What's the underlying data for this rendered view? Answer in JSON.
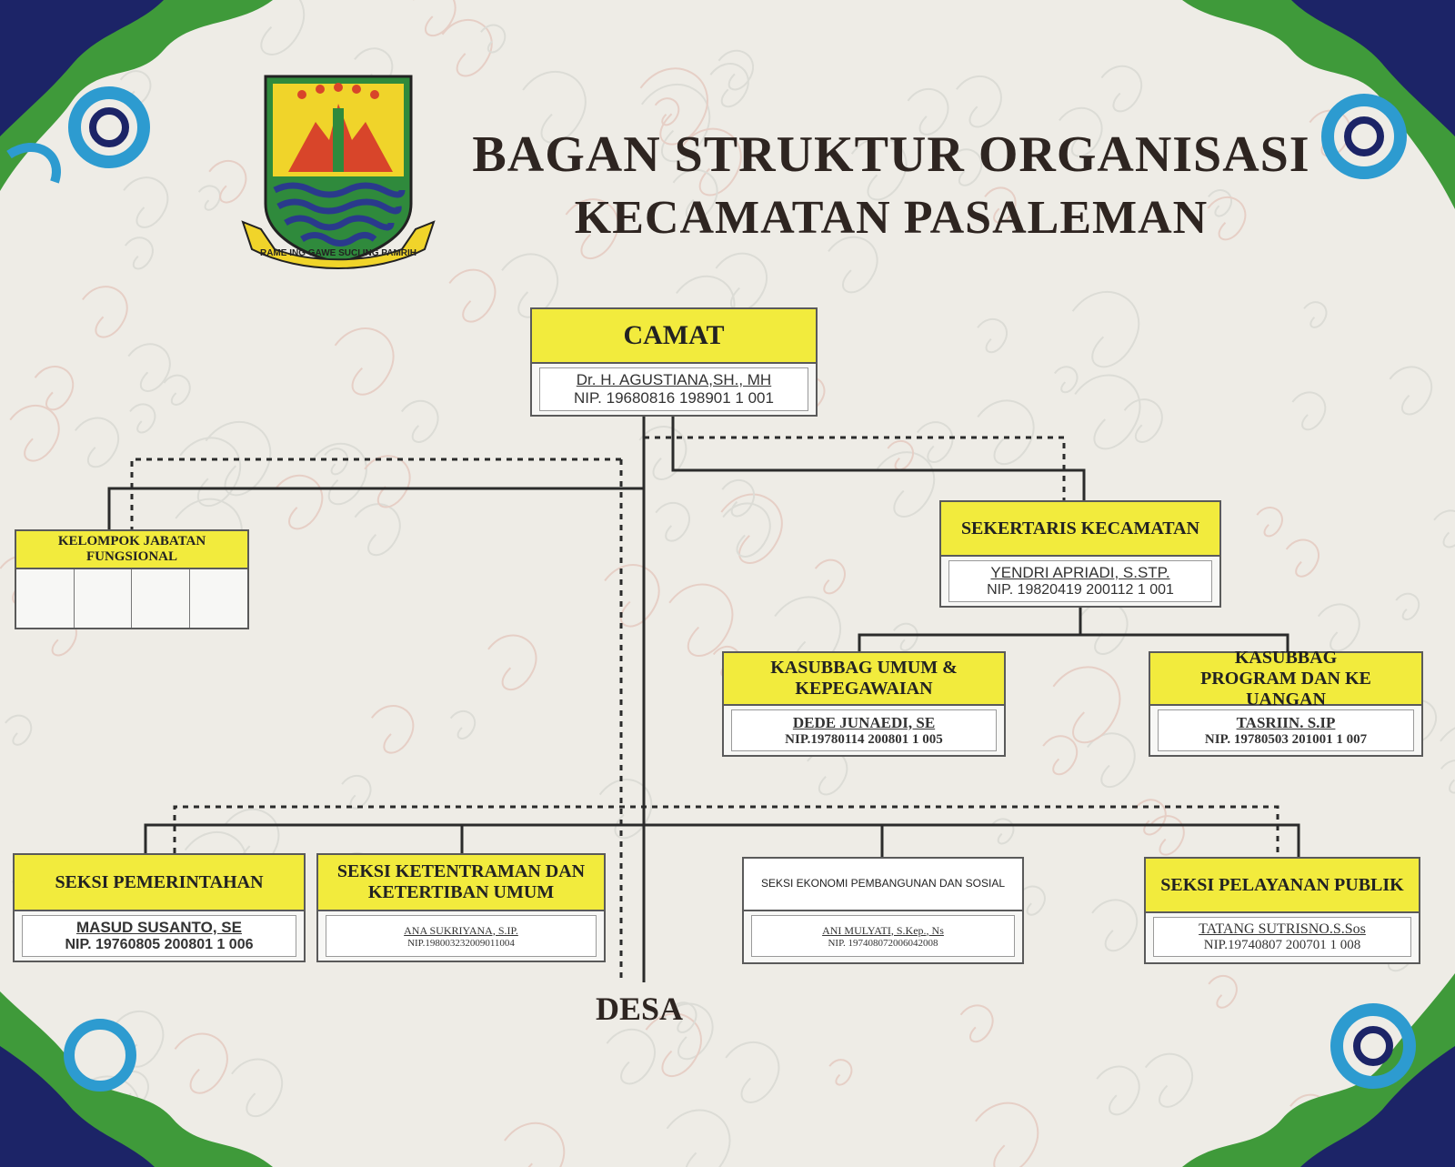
{
  "title": {
    "line1": "BAGAN STRUKTUR ORGANISASI",
    "line2": "KECAMATAN PASALEMAN"
  },
  "logo": {
    "motto": "RAME ING GAWE SUCI ING PAMRIH",
    "colors": {
      "shield_green": "#2f8a3c",
      "shield_yellow": "#f0d42a",
      "waves_blue": "#2a3a8c",
      "mountain_red": "#d8452a"
    }
  },
  "colors": {
    "header_yellow": "#f2eb3d",
    "border": "#5a5a5a",
    "corner_green": "#3f9a3a",
    "corner_navy": "#1c2467",
    "corner_cyan": "#2d9bd0"
  },
  "camat": {
    "title": "CAMAT",
    "name": "Dr. H. AGUSTIANA,SH., MH",
    "nip": "NIP. 19680816 198901 1 001"
  },
  "fungsional": {
    "title": "KELOMPOK JABATAN FUNGSIONAL",
    "cells": [
      "",
      "",
      "",
      ""
    ]
  },
  "sekretaris": {
    "title": "SEKERTARIS KECAMATAN",
    "name": "YENDRI APRIADI, S.STP.",
    "nip": "NIP. 19820419 200112 1 001"
  },
  "kasubbag_umum": {
    "title": "KASUBBAG UMUM & KEPEGAWAIAN",
    "name": "DEDE JUNAEDI, SE",
    "nip": "NIP.19780114 200801 1 005"
  },
  "kasubbag_program": {
    "title": "KASUBBAG PROGRAM DAN KE UANGAN",
    "name": "TASRIIN. S.IP",
    "nip": "NIP. 19780503 201001 1 007"
  },
  "seksi": [
    {
      "title": "SEKSI PEMERINTAHAN",
      "name": "MASUD SUSANTO, SE",
      "nip": "NIP. 19760805 200801 1 006"
    },
    {
      "title": "SEKSI KETENTRAMAN DAN KETERTIBAN UMUM",
      "name": "ANA SUKRIYANA, S.IP.",
      "nip": "NIP.198003232009011004"
    },
    {
      "title": "SEKSI EKONOMI PEMBANGUNAN DAN SOSIAL",
      "name": "ANI MULYATI, S.Kep., Ns",
      "nip": "NIP. 197408072006042008"
    },
    {
      "title": "SEKSI PELAYANAN PUBLIK",
      "name": "TATANG SUTRISNO.S.Sos",
      "nip": "NIP.19740807 200701 1 008"
    }
  ],
  "desa": "DESA"
}
